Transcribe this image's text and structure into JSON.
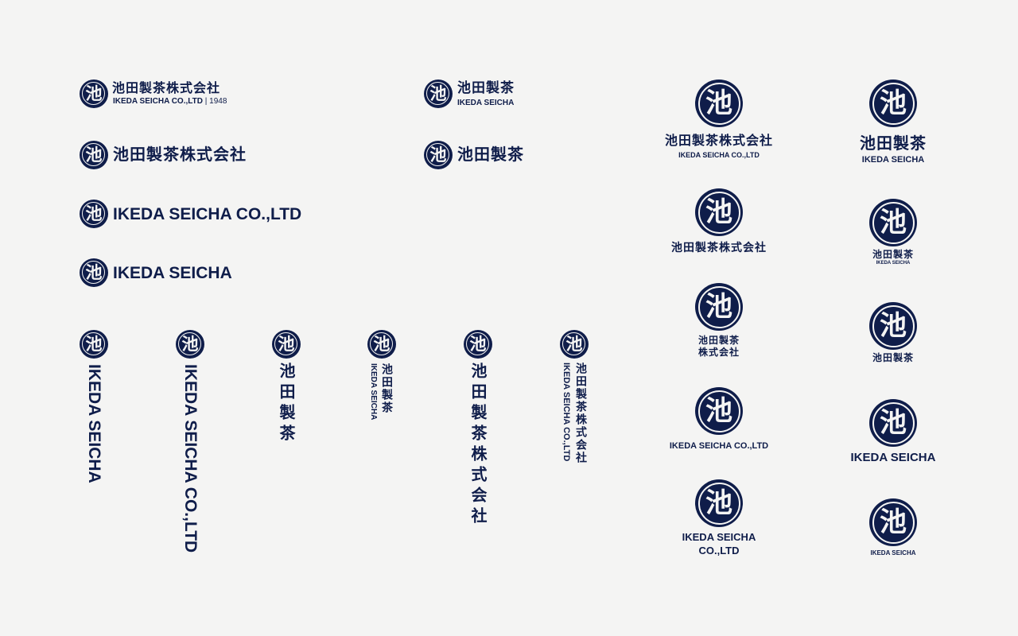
{
  "brand": {
    "mark_glyph": "池",
    "jp_full": "池田製茶株式会社",
    "jp_full_line1": "池田製茶",
    "jp_full_line2": "株式会社",
    "jp_short": "池田製茶",
    "en_full": "IKEDA SEICHA CO.,LTD",
    "en_full_line1": "IKEDA SEICHA",
    "en_full_line2": "CO.,LTD",
    "en_short": "IKEDA SEICHA",
    "separator": "|",
    "year": "1948"
  },
  "colors": {
    "navy": "#0f1d4a",
    "background": "#f4f4f3"
  }
}
